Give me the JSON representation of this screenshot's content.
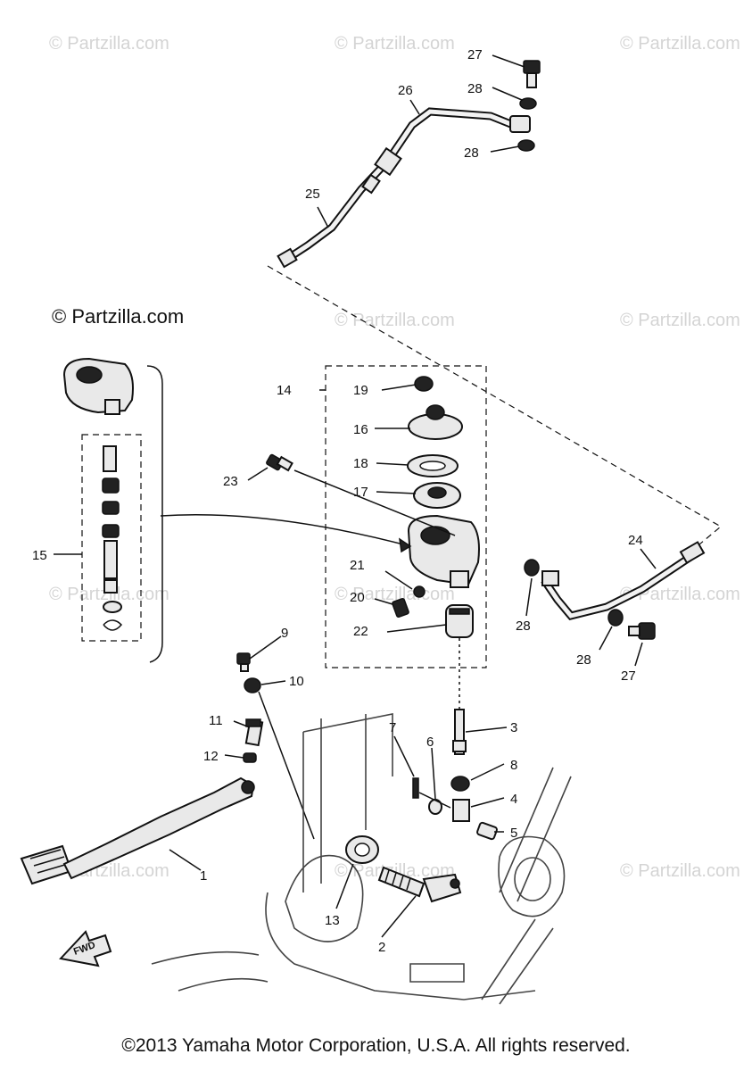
{
  "watermark": "© Partzilla.com",
  "partzilla_label": "© Partzilla.com",
  "copyright": "©2013 Yamaha Motor Corporation, U.S.A. All rights reserved.",
  "fwd_label": "FWD",
  "callouts": [
    "27",
    "28",
    "26",
    "28",
    "25",
    "14",
    "19",
    "16",
    "18",
    "23",
    "17",
    "15",
    "24",
    "21",
    "20",
    "28",
    "22",
    "28",
    "27",
    "9",
    "10",
    "3",
    "7",
    "6",
    "8",
    "11",
    "12",
    "4",
    "5",
    "1",
    "13",
    "2"
  ]
}
